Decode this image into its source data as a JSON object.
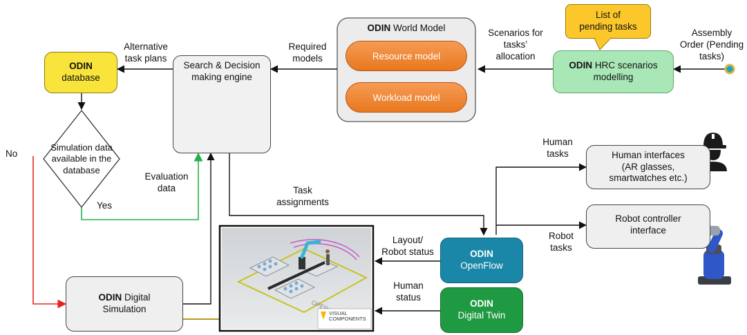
{
  "nodes": {
    "odin_database": {
      "line1_bold": "ODIN",
      "line2": "database",
      "color": "#f9e43c"
    },
    "search_engine": {
      "line1": "Search & Decision",
      "line2": "making engine"
    },
    "world_model": {
      "title_bold": "ODIN",
      "title_rest": " World Model",
      "resource_model": "Resource model",
      "workload_model": "Workload model",
      "pill_color": "#f08a39"
    },
    "hrc_modelling": {
      "line1_bold": "ODIN",
      "line1_rest": " HRC scenarios",
      "line2": "modelling",
      "color": "#a9e8b6"
    },
    "pending_callout": {
      "line1": "List of",
      "line2": "pending tasks",
      "color": "#fcc72b"
    },
    "decision": {
      "line1": "Simulation data",
      "line2": "available in the",
      "line3": "database"
    },
    "digital_simulation": {
      "line1_bold": "ODIN",
      "line1_rest": " Digital",
      "line2": "Simulation"
    },
    "openflow": {
      "line1_bold": "ODIN",
      "line2": "OpenFlow",
      "color": "#1b87a8"
    },
    "digital_twin": {
      "line1_bold": "ODIN",
      "line2": "Digital Twin",
      "color": "#1f9a43"
    },
    "human_interfaces": {
      "line1": "Human interfaces",
      "line2": "(AR glasses,",
      "line3": "smartwatches etc.)"
    },
    "robot_controller": {
      "line1": "Robot controller",
      "line2": "interface"
    },
    "sim_scene": {
      "logo_line1": "VISUAL",
      "logo_line2": "COMPONENTS"
    }
  },
  "edge_labels": {
    "alternative_task_plans": [
      "Alternative",
      "task plans"
    ],
    "required_models": [
      "Required",
      "models"
    ],
    "scenarios_allocation": [
      "Scenarios for",
      "tasks’",
      "allocation"
    ],
    "assembly_order": [
      "Assembly",
      "Order (Pending",
      "tasks)"
    ],
    "no": "No",
    "yes": "Yes",
    "evaluation_data": [
      "Evaluation",
      "data"
    ],
    "task_assignments": [
      "Task",
      "assignments"
    ],
    "layout_robot_status": [
      "Layout/",
      "Robot status"
    ],
    "human_status": [
      "Human",
      "status"
    ],
    "human_tasks": [
      "Human",
      "tasks"
    ],
    "robot_tasks": [
      "Robot",
      "tasks"
    ]
  },
  "colors": {
    "no_path": "#e8231f",
    "yes_path": "#22b04b",
    "link": "#b79a1a",
    "endpoint": "#1fa0c8"
  }
}
